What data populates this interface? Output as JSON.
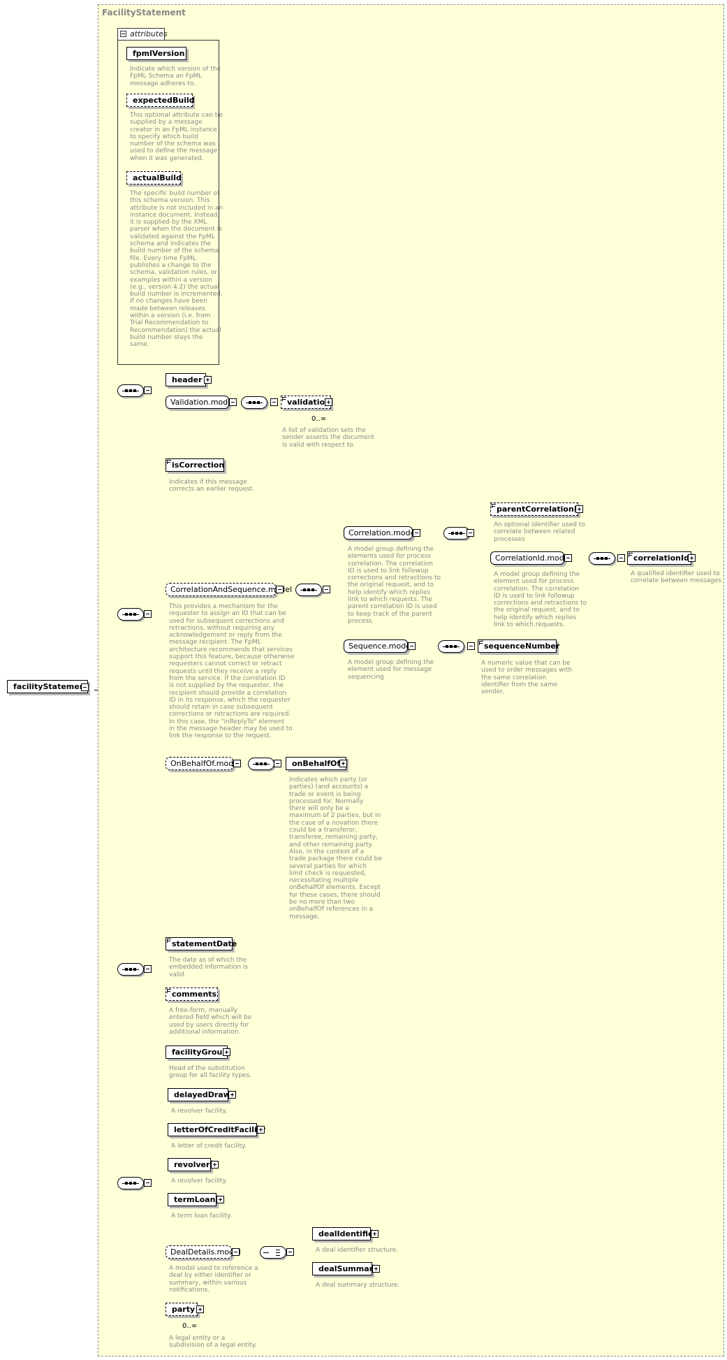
{
  "frame": {
    "title": "FacilityStatement"
  },
  "root": {
    "label": "facilityStatement"
  },
  "attributes": {
    "tab_label": "attributes",
    "items": [
      {
        "label": "fpmlVersion",
        "desc": "Indicate which version of the\nFpML Schema an FpML\nmessage adheres to."
      },
      {
        "label": "expectedBuild",
        "desc": "This optional attribute can be\nsupplied by a message\ncreator in an FpML instance\nto specify which build\nnumber of the schema was\nused to define the message\nwhen it was generated."
      },
      {
        "label": "actualBuild",
        "desc": "The specific build number of\nthis schema version. This\nattribute is not included in an\ninstance document. Instead,\nit is supplied by the XML\nparser when the document is\nvalidated against the FpML\nschema and indicates the\nbuild number of the schema\nfile. Every time FpML\npublishes a change to the\nschema, validation rules, or\nexamples within a version\n(e.g., version 4.2) the actual\nbuild number is incremented.\nIf no changes have been\nmade between releases\nwithin a version (i.e. from\nTrial Recommendation to\nRecommendation) the actual\nbuild number stays the\nsame."
      }
    ]
  },
  "group1": {
    "header": "header",
    "validation_model": "Validation.model",
    "validation": "validation",
    "validation_card": "0..∞",
    "validation_desc": "A list of validation sets the\nsender asserts the document\nis valid with respect to."
  },
  "group2": {
    "isCorrection": "isCorrection",
    "isCorrection_desc": "Indicates if this message\ncorrects an earlier request.",
    "cas_model": "CorrelationAndSequence.model",
    "cas_desc": "This provides a mechanism for the\nrequester to assign an ID that can be\nused for subsequent corrections and\nretractions, without requiring any\nacknowledgement or reply from the\nmessage recipient. The FpML\narchitecture recommends that services\nsupport this feature, because otherwise\nrequesters cannot correct or retract\nrequests until they receive a reply\nfrom the service. If the correlation ID\nis not supplied by the requester, the\nrecipient should provide a correlation\nID in its response, which the requester\nshould retain in case subsequent\ncorrections or retractions are required.\nIn this case, the \"inReplyTo\" element\nin the message header may be used to\nlink the response to the request.",
    "correlation_model": "Correlation.model",
    "correlation_desc": "A model group defining the\nelements used for process\ncorrelation. The correlation\nID is used to link followup\ncorrections and retractions to\nthe original request, and to\nhelp identify which replies\nlink to which requests. The\nparent correlation ID is used\nto keep track of the parent\nprocess.",
    "parentCorrelationId": "parentCorrelationId",
    "parentCorrelationId_desc": "An optional identifier used to\ncorrelate between related\nprocesses",
    "correlationId_model": "CorrelationId.model",
    "correlationId_model_desc": "A model group defining the\nelement used for process\ncorrelation. The correlation\nID is used to link followup\ncorrections and retractions to\nthe original request, and to\nhelp identify which replies\nlink to which requests.",
    "correlationId": "correlationId",
    "correlationId_desc": "A qualified identifier used to\ncorrelate between messages",
    "sequence_model": "Sequence.model",
    "sequence_model_desc": "A model group defining the\nelement used for message\nsequencing",
    "sequenceNumber": "sequenceNumber",
    "sequenceNumber_desc": "A numeric value that can be\nused to order messages with\nthe same correlation\nidentifier from the same\nsender.",
    "obo_model": "OnBehalfOf.model",
    "onBehalfOf": "onBehalfOf",
    "onBehalfOf_desc": "Indicates which party (or\nparties) (and accounts) a\ntrade or event is being\nprocessed for. Normally\nthere will only be a\nmaximum of 2 parties, but in\nthe case of a novation there\ncould be a transferor,\ntransferee, remaining party,\nand other remaining party.\nAlso, in the context of a\ntrade package there could be\nseveral parties for which\nlimit check is requested,\nnecessitating multiple\nonBehalfOf elements. Except\nfor these cases, there should\nbe no more than two\nonBehalfOf references in a\nmessage."
  },
  "group3": {
    "statementDate": "statementDate",
    "statementDate_desc": "The date as of which the\nembedded information is\nvalid.",
    "comments": "comments",
    "comments_desc": "A free-form, manually\nentered field which will be\nused by users directly for\nadditional information."
  },
  "group4": {
    "facilityGroup": "facilityGroup",
    "facilityGroup_desc": "Head of the substitution\ngroup for all facility types.",
    "delayedDraw": "delayedDraw",
    "delayedDraw_desc": "A revolver facility.",
    "letterOfCreditFacility": "letterOfCreditFacility",
    "letterOfCreditFacility_desc": "A letter of credit facility.",
    "revolver": "revolver",
    "revolver_desc": "A revolver facility.",
    "termLoan": "termLoan",
    "termLoan_desc": "A term loan facility.",
    "deal_model": "DealDetails.model",
    "deal_model_desc": "A model used to reference a\ndeal by either identifier or\nsummary, within various\nnotifications.",
    "dealIdentifier": "dealIdentifier",
    "dealIdentifier_desc": "A deal identifier structure.",
    "dealSummary": "dealSummary",
    "dealSummary_desc": "A deal summary structure.",
    "party": "party",
    "party_card": "0..∞",
    "party_desc": "A legal entity or a\nsubdivision of a legal entity."
  }
}
